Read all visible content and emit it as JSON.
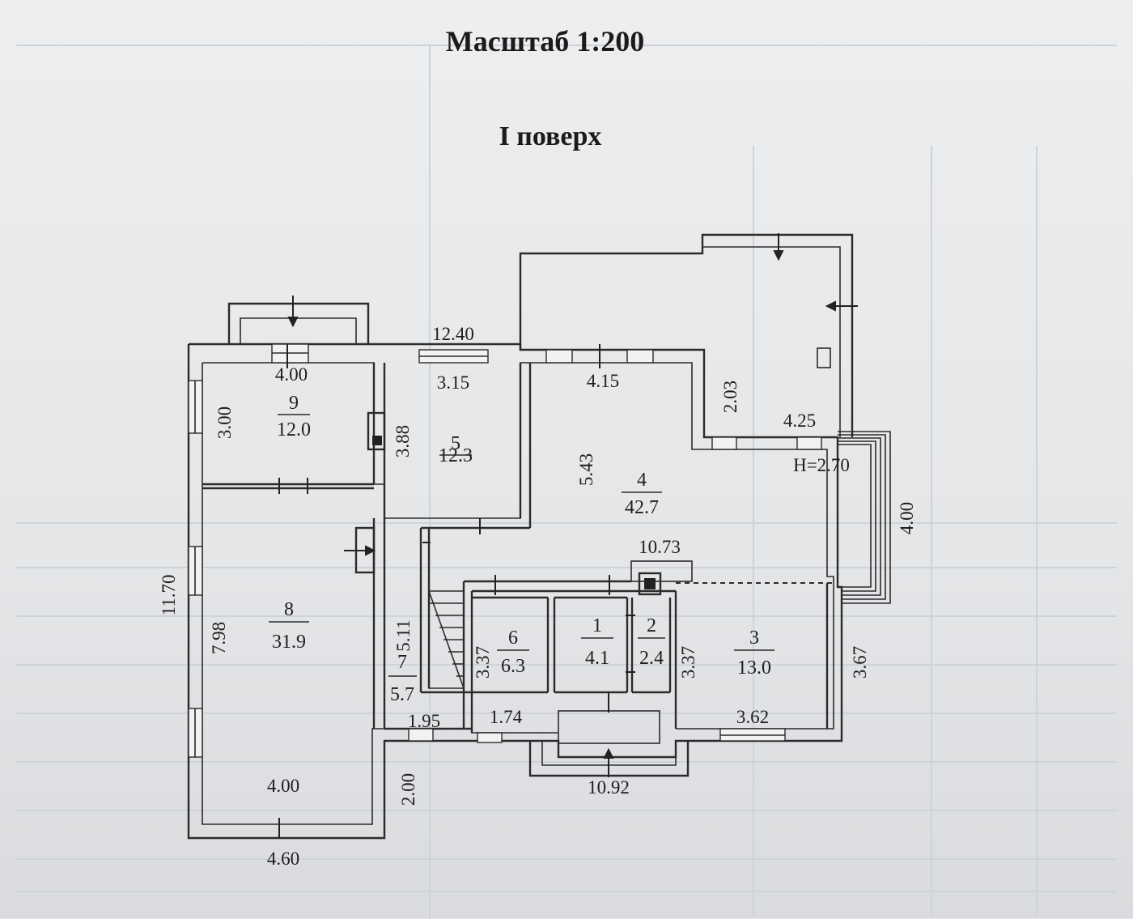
{
  "title": "Масштаб 1:200",
  "floor": "I поверх",
  "height_label": "H=2.70",
  "rooms": [
    {
      "number": "1",
      "area": "4.1"
    },
    {
      "number": "2",
      "area": "2.4"
    },
    {
      "number": "3",
      "area": "13.0"
    },
    {
      "number": "4",
      "area": "42.7"
    },
    {
      "number": "5",
      "area": "12.3"
    },
    {
      "number": "6",
      "area": "6.3"
    },
    {
      "number": "7",
      "area": "5.7"
    },
    {
      "number": "8",
      "area": "31.9"
    },
    {
      "number": "9",
      "area": "12.0"
    }
  ],
  "dimensions": {
    "top_overall": "12.40",
    "room9_width": "4.00",
    "room9_depth": "3.00",
    "room5_width": "3.15",
    "room5_depth": "3.88",
    "room4_width": "4.15",
    "room4_depth": "5.43",
    "step_203": "2.03",
    "right_wing_width": "4.25",
    "right_wing_depth": "4.00",
    "mid_overall": "10.73",
    "left_overall": "11.70",
    "room8_depth": "7.98",
    "room7_depth": "5.11",
    "room7_width": "1.95",
    "room6_depth": "3.37",
    "room6_width": "1.74",
    "room3_depth_left": "3.37",
    "room3_depth_right": "3.67",
    "room3_width": "3.62",
    "bottom_overall": "10.92",
    "room8_width": "4.00",
    "bottom_left_overall": "4.60",
    "step_200": "2.00"
  }
}
